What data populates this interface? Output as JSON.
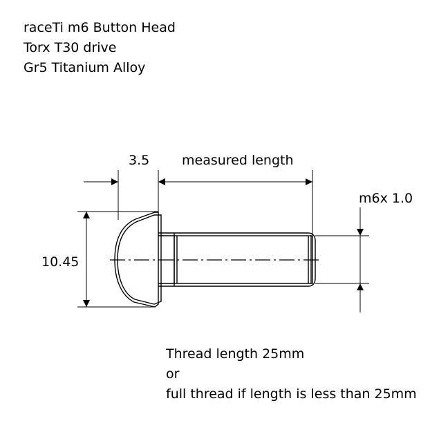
{
  "header": {
    "line1": "raceTi m6 Button Head",
    "line2": "Torx T30 drive",
    "line3": "Gr5 Titanium Alloy"
  },
  "dimensions": {
    "head_height": "3.5",
    "measured_length": "measured length",
    "thread_spec": "m6x 1.0",
    "head_diameter": "10.45"
  },
  "notes": {
    "line1": "Thread length 25mm",
    "line2": "or",
    "line3": "full thread if length is less than 25mm"
  }
}
